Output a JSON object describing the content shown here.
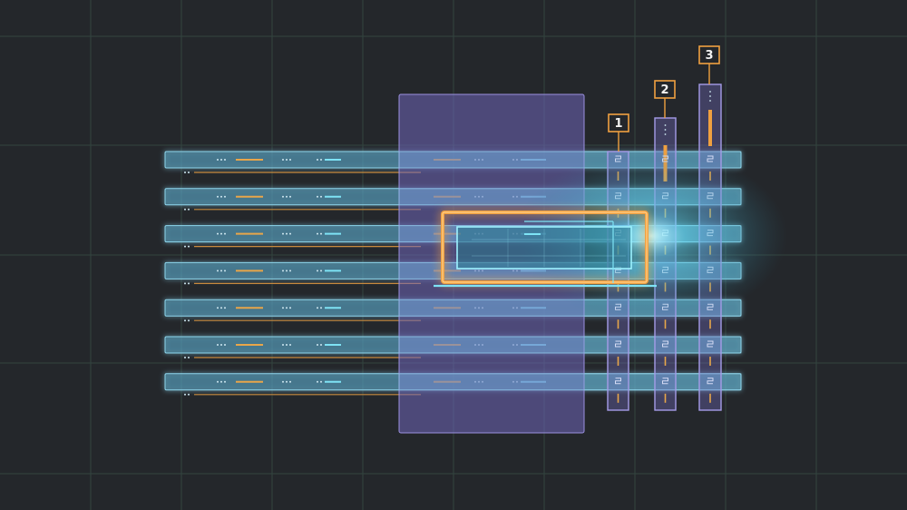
{
  "diagram": {
    "background_color": "#24272b",
    "row_count": 7,
    "column_badges": [
      {
        "label": "1"
      },
      {
        "label": "2"
      },
      {
        "label": "3"
      }
    ],
    "colors": {
      "row_fill": "#56a0be",
      "panel_fill": "#7066b9",
      "highlight": "#f0a040",
      "cyan_glow": "#7ee3f5"
    }
  }
}
